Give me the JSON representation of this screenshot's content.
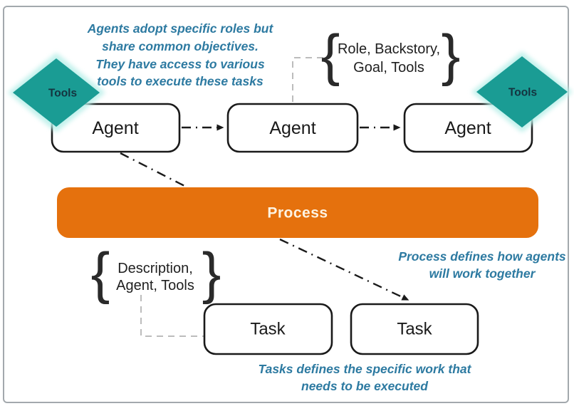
{
  "colors": {
    "ink": "#1a1a1a",
    "teal": "#1a9c94",
    "teal_glow": "#b9efe9",
    "orange": "#e5710d",
    "cream": "#fdf3e2",
    "blue": "#2d7aa1",
    "gray_dash": "#bcbcbc",
    "frame": "#a3a9ad",
    "label_dark": "#14343f"
  },
  "nodes": {
    "agents": [
      "Agent",
      "Agent",
      "Agent"
    ],
    "tasks": [
      "Task",
      "Task"
    ],
    "process": "Process",
    "tools": [
      "Tools",
      "Tools"
    ]
  },
  "annotations": {
    "agents_note": {
      "lines": [
        "Agents adopt specific roles but",
        "share common objectives.",
        "They have access to various",
        "tools to execute these tasks"
      ]
    },
    "agent_attrs": {
      "lines": [
        "Role, Backstory,",
        "Goal, Tools"
      ]
    },
    "task_attrs": {
      "lines": [
        "Description,",
        "Agent, Tools"
      ]
    },
    "process_note": {
      "lines": [
        "Process defines how agents",
        "will work together"
      ]
    },
    "tasks_note": {
      "lines": [
        "Tasks defines the specific work that",
        "needs to be executed"
      ]
    }
  },
  "glyphs": {
    "brace_open": "{",
    "brace_close": "}"
  }
}
